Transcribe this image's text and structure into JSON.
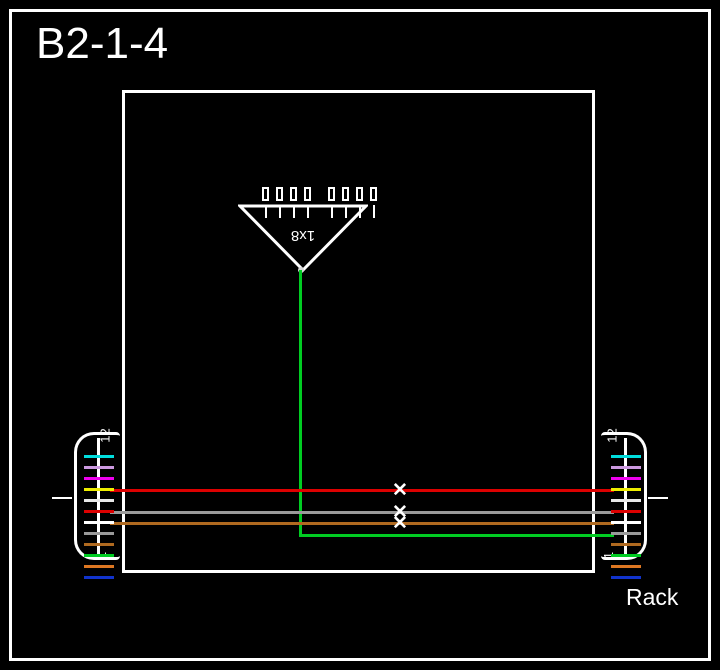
{
  "diagram": {
    "title": "B2-1-4",
    "rack_label": "Rack",
    "background_color": "#000000",
    "frame_color": "#ffffff"
  },
  "splitter": {
    "label": "1x8",
    "type": "optical-splitter",
    "port_count": 8,
    "port_groups": 2,
    "ports_per_group": 4,
    "orientation": "inverted-triangle",
    "outline_color": "#ffffff",
    "output_cable_color": "#00cc22"
  },
  "panels": {
    "top_index": "12",
    "bottom_index": "1",
    "fiber_count": 12,
    "left": {
      "name": "left-rack-panel",
      "top_index": "12",
      "bottom_index": "1"
    },
    "right": {
      "name": "right-rack-panel",
      "top_index": "12",
      "bottom_index": "1"
    },
    "fiber_colors": [
      "#00dddd",
      "#cc99e0",
      "#ee00ee",
      "#eeee00",
      "#e8e8e8",
      "#dd0000",
      "#ffffff",
      "#9a9a9a",
      "#b06a20",
      "#00cc22",
      "#dd7722",
      "#1133cc"
    ],
    "fiber_names": [
      "aqua",
      "violet",
      "rose",
      "yellow",
      "white",
      "red",
      "natural",
      "slate",
      "brown",
      "green",
      "orange",
      "blue"
    ]
  },
  "cable_runs": [
    {
      "name": "red-run",
      "color": "#dd0000",
      "label": "red"
    },
    {
      "name": "slate-run",
      "color": "#9a9a9a",
      "label": "slate"
    },
    {
      "name": "brown-run",
      "color": "#b06a20",
      "label": "brown"
    },
    {
      "name": "green-run",
      "color": "#00cc22",
      "label": "green"
    }
  ],
  "markers": [
    {
      "name": "break-marker-red",
      "glyph": "✕",
      "on_cable": "red"
    },
    {
      "name": "break-marker-slate",
      "glyph": "✕",
      "on_cable": "slate"
    },
    {
      "name": "break-marker-brown",
      "glyph": "✕",
      "on_cable": "brown"
    }
  ]
}
